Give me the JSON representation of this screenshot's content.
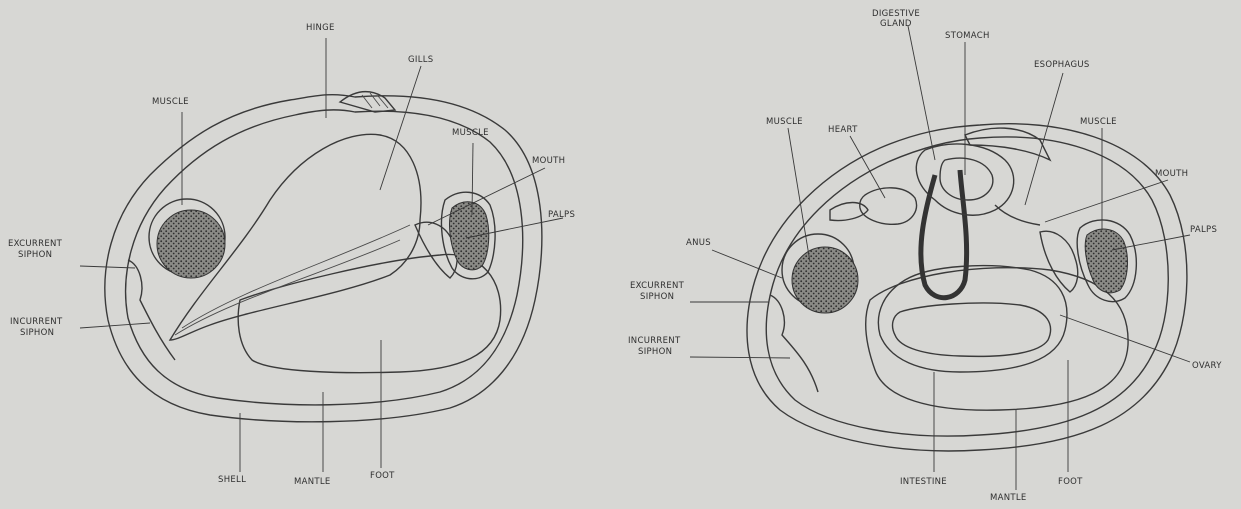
{
  "figure_left": {
    "labels": {
      "hinge": "HINGE",
      "gills": "GILLS",
      "muscle_left": "MUSCLE",
      "muscle_right": "MUSCLE",
      "mouth": "MOUTH",
      "palps": "PALPS",
      "excurrent_1": "EXCURRENT",
      "excurrent_2": "SIPHON",
      "incurrent_1": "INCURRENT",
      "incurrent_2": "SIPHON",
      "shell": "SHELL",
      "mantle": "MANTLE",
      "foot": "FOOT"
    }
  },
  "figure_right": {
    "labels": {
      "digestive_1": "DIGESTIVE",
      "digestive_2": "GLAND",
      "stomach": "STOMACH",
      "esophagus": "ESOPHAGUS",
      "muscle_left": "MUSCLE",
      "heart": "HEART",
      "muscle_right": "MUSCLE",
      "mouth": "MOUTH",
      "palps": "PALPS",
      "anus": "ANUS",
      "excurrent_1": "EXCURRENT",
      "excurrent_2": "SIPHON",
      "incurrent_1": "INCURRENT",
      "incurrent_2": "SIPHON",
      "ovary": "OVARY",
      "intestine": "INTESTINE",
      "foot": "FOOT",
      "mantle": "MANTLE"
    }
  }
}
